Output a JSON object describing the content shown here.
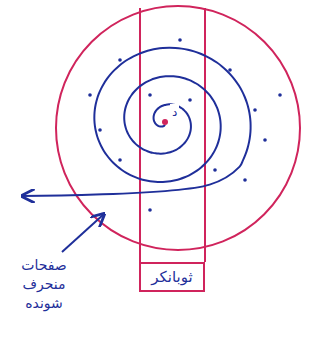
{
  "diagram": {
    "nodes": [
      {
        "text": [
          "ثوبانکر"
        ]
      }
    ],
    "labels": [
      "صفحات منحرف شونده",
      "د"
    ]
  }
}
